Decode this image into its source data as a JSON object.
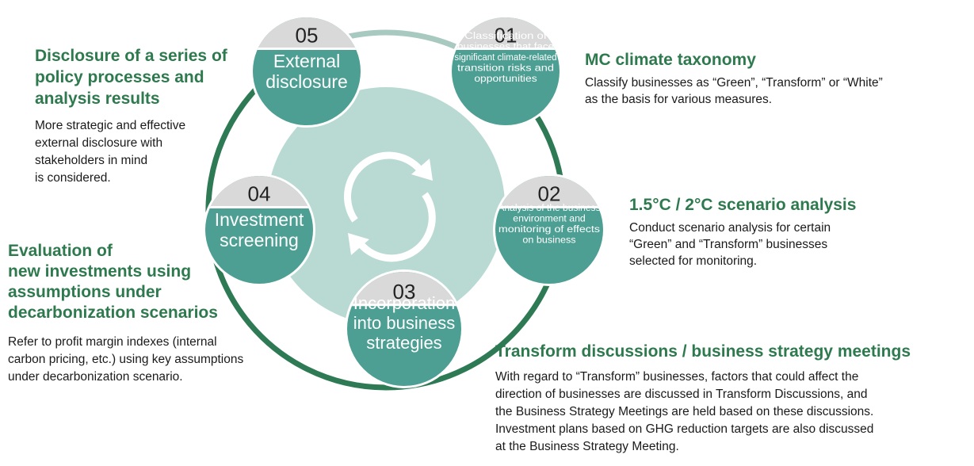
{
  "steps": [
    {
      "number": "05",
      "label": [
        "External",
        "disclosure"
      ],
      "heading": "Disclosure of a series of\npolicy processes and\nanalysis results",
      "body": "More strategic and effective\nexternal disclosure with\nstakeholders in mind\nis considered."
    },
    {
      "number": "01",
      "label": [
        "Classification of",
        "businesses that face",
        "significant climate-related",
        "transition risks and",
        "opportunities"
      ],
      "heading": "MC climate taxonomy",
      "body": "Classify businesses as “Green”, “Transform” or “White”\nas the basis for various measures."
    },
    {
      "number": "02",
      "label": [
        "Analysis of the business",
        "environment and",
        "monitoring of effects",
        "on business"
      ],
      "heading": "1.5°C / 2°C scenario analysis",
      "body": "Conduct scenario analysis for certain\n“Green” and “Transform” businesses\nselected for monitoring."
    },
    {
      "number": "03",
      "label": [
        "Incorporation",
        "into business",
        "strategies"
      ],
      "heading": "Transform discussions / business strategy meetings",
      "body": "With regard to “Transform” businesses, factors that could affect the\ndirection of businesses are discussed in Transform Discussions, and\nthe Business Strategy Meetings are held based on these discussions.\nInvestment plans based on GHG reduction targets are also discussed\nat the Business Strategy Meeting."
    },
    {
      "number": "04",
      "label": [
        "Investment",
        "screening"
      ],
      "heading": "Evaluation of\nnew investments using\nassumptions under\ndecarbonization scenarios",
      "body": "Refer to profit margin indexes (internal\ncarbon pricing, etc.) using key assumptions\nunder decarbonization scenario."
    }
  ],
  "colors": {
    "node_fill": "#4e9f93",
    "node_band": "#d9d9d9",
    "ring_dark": "#2e7a55",
    "ring_light": "#a8c9bf",
    "inner_disc": "#b9d9d3",
    "heading_green": "#2e7a4e"
  }
}
